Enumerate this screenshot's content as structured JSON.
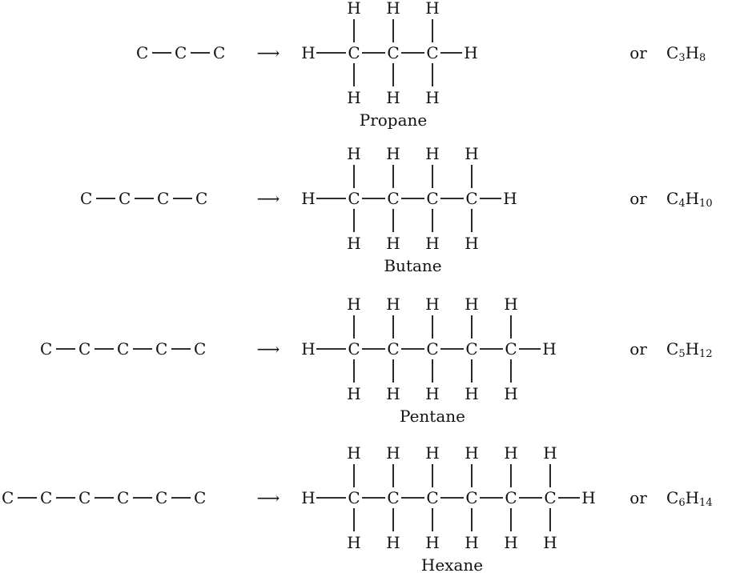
{
  "symbols": {
    "carbon": "C",
    "hydrogen": "H"
  },
  "arrow": "⟶",
  "or_word": "or",
  "rows": [
    {
      "chain_length": 3,
      "name": "Propane",
      "formula": {
        "c_symbol": "C",
        "c_count": "3",
        "h_symbol": "H",
        "h_count": "8"
      }
    },
    {
      "chain_length": 4,
      "name": "Butane",
      "formula": {
        "c_symbol": "C",
        "c_count": "4",
        "h_symbol": "H",
        "h_count": "10"
      }
    },
    {
      "chain_length": 5,
      "name": "Pentane",
      "formula": {
        "c_symbol": "C",
        "c_count": "5",
        "h_symbol": "H",
        "h_count": "12"
      }
    },
    {
      "chain_length": 6,
      "name": "Hexane",
      "formula": {
        "c_symbol": "C",
        "c_count": "6",
        "h_symbol": "H",
        "h_count": "14"
      }
    }
  ]
}
